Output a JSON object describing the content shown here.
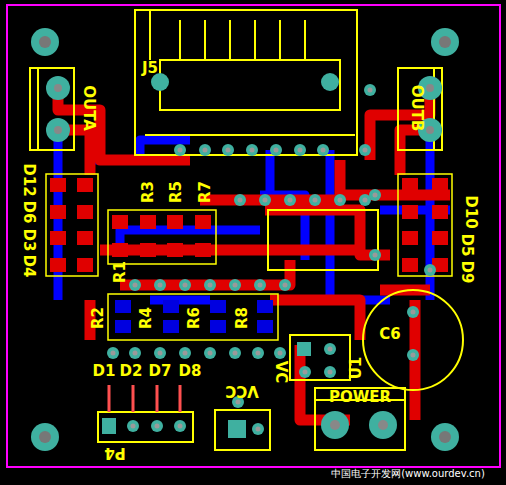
{
  "diagram": {
    "labels": [
      "J5",
      "OUTA",
      "OUTB",
      "D12",
      "D6",
      "D3",
      "D4",
      "D10",
      "D5",
      "D9",
      "R3",
      "R5",
      "R7",
      "R1",
      "R2",
      "R4",
      "R6",
      "R8",
      "D1",
      "D2",
      "D7",
      "D8",
      "C6",
      "U1",
      "VC",
      "VCC",
      "POWER",
      "P4",
      "中国电子开发网(www.ourdev.cn)"
    ]
  }
}
